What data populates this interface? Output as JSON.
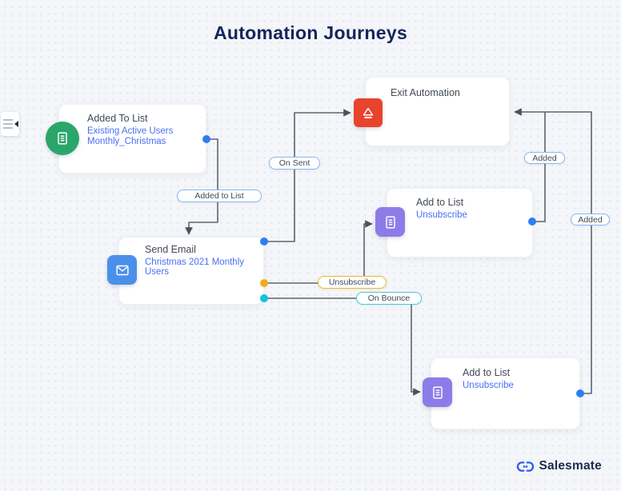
{
  "title": "Automation Journeys",
  "colors": {
    "edge": "#5c6671",
    "arrow": "#49525e",
    "port_blue": "#2e7ef3",
    "port_yellow": "#f0ad18",
    "port_cyan": "#12c4da",
    "node_green": "#2aa66b",
    "node_red": "#e8432c",
    "node_purple": "#8d7ce8",
    "node_blue": "#4a90ea",
    "brand_blue": "#2f5cf0"
  },
  "nodes": [
    {
      "title": "Added To List",
      "line1": "Existing Active Users",
      "line2": "Monthly_Christmas",
      "icon": "list-icon"
    },
    {
      "title": "Exit Automation",
      "icon": "exit-icon"
    },
    {
      "title": "Add to List",
      "line1": "Unsubscribe",
      "icon": "list-icon"
    },
    {
      "title": "Send Email",
      "line1": "Christmas 2021 Monthly Users",
      "icon": "email-icon"
    },
    {
      "title": "Add to List",
      "line1": "Unsubscribe",
      "icon": "list-icon"
    }
  ],
  "edge_labels": [
    {
      "text": "Added to List",
      "color": "#8ab6f7"
    },
    {
      "text": "On Sent",
      "color": "#8ab6f7"
    },
    {
      "text": "Unsubscribe",
      "color": "#f2b632"
    },
    {
      "text": "On Bounce",
      "color": "#45c8da"
    },
    {
      "text": "Added",
      "color": "#8ab6f7"
    },
    {
      "text": "Added",
      "color": "#8ab6f7"
    }
  ],
  "brand": {
    "name": "Salesmate"
  }
}
